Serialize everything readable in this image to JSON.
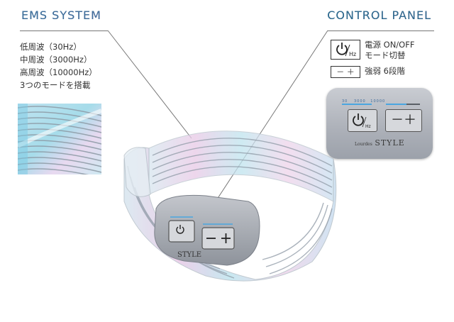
{
  "ems": {
    "title": "EMS SYSTEM",
    "items": [
      "低周波（30Hz）",
      "中周波（3000Hz）",
      "高周波（10000Hz）",
      "3つのモードを搭載"
    ]
  },
  "control": {
    "title": "CONTROL PANEL",
    "power_line1": "電源 ON/OFF",
    "power_line2": "モード切替",
    "minus_plus_symbol": "－ ＋",
    "strength_text": "強弱 6段階"
  },
  "panel": {
    "freq_labels": [
      "30",
      "3000",
      "10000"
    ],
    "hz_label": "Hz",
    "minus": "－",
    "plus": "＋",
    "brand_small": "Lourdes",
    "brand_large": "STYLE"
  },
  "colors": {
    "ems_title": "#3d6f9a",
    "cp_title": "#2f6b8e",
    "indicator_blue": "#4aa6e0"
  }
}
